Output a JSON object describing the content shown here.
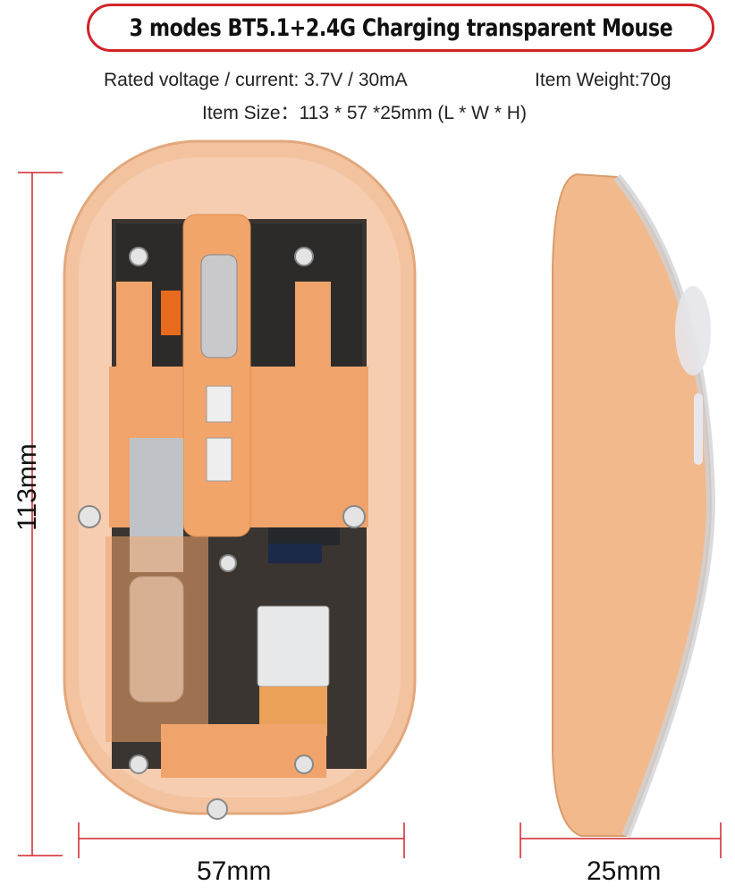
{
  "title": "3 modes BT5.1+2.4G Charging transparent Mouse",
  "specs": {
    "rated": "Rated voltage / current: 3.7V / 30mA",
    "weight": "Item Weight:70g",
    "size": "Item Size：113 * 57 *25mm (L * W * H)"
  },
  "dimensions": {
    "length": "113mm",
    "width": "57mm",
    "height": "25mm"
  },
  "colors": {
    "accent": "#d2232a",
    "body": "#f2b98c",
    "body_dark": "#e8975e"
  }
}
